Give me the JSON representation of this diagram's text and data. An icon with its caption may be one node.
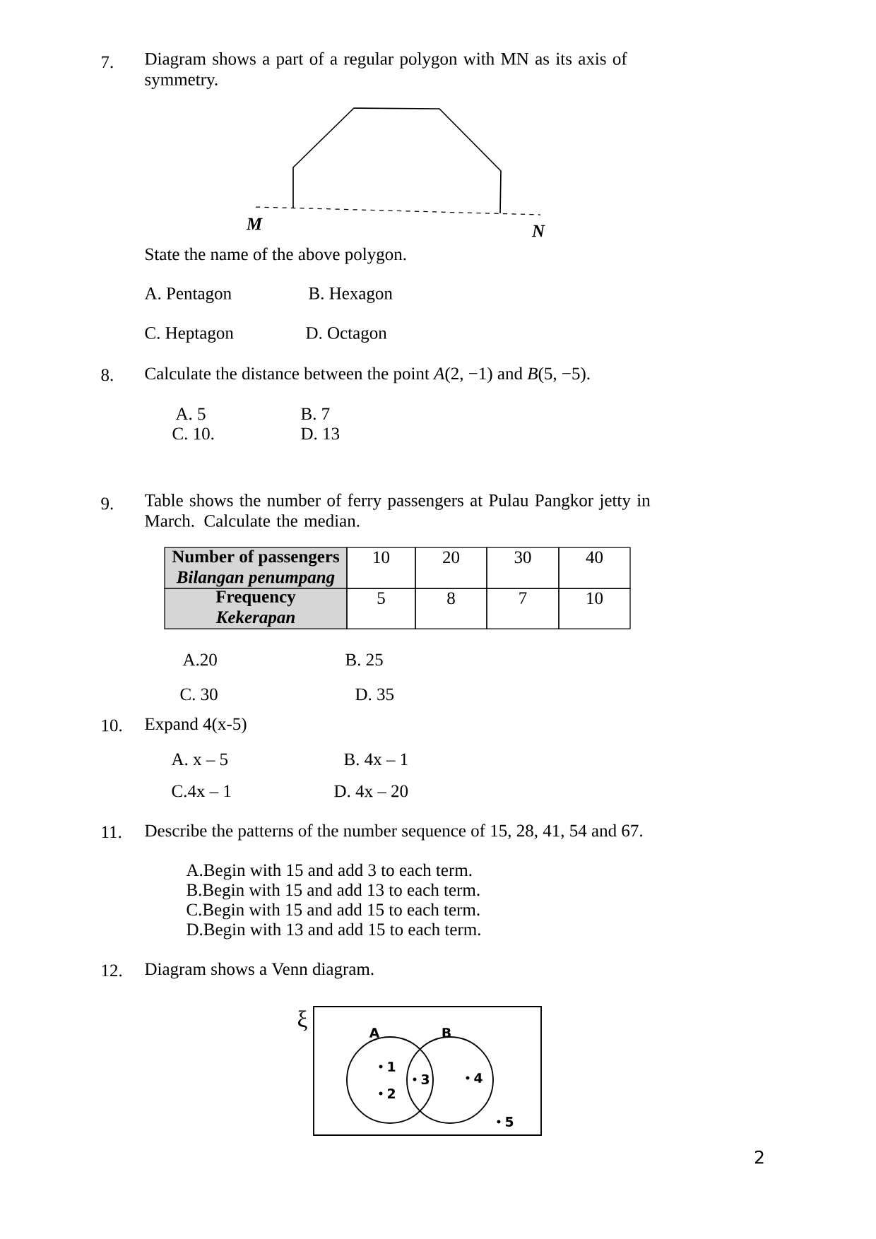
{
  "diagram": {
    "labels": [
      "7.",
      "Diagram shows a part of a regular polygon with MN as its axis of symmetry.",
      "M",
      "N",
      "State the name of the above polygon.",
      "A. Pentagon",
      "B. Hexagon",
      "C. Heptagon",
      "D. Octagon",
      "8.",
      "Calculate the distance between the point *A*(2, −1) and *B*(5, −5).",
      "A. 5",
      "B. 7",
      "C. 10.",
      "D. 13",
      "9.",
      "Table shows the number of ferry passengers at Pulau Pangkor jetty in March. Calculate the median.",
      "Number of passengers",
      "Bilangan penumpang",
      "10",
      "20",
      "30",
      "40",
      "Frequency",
      "Kekerapan",
      "5",
      "8",
      "7",
      "10",
      "A.20",
      "B. 25",
      "C. 30",
      "D. 35",
      "10.",
      "Expand 4(x-5)",
      "A. x – 5",
      "B. 4x – 1",
      "C.4x – 1",
      "D. 4x – 20",
      "11.",
      "Describe the patterns of the number sequence of 15, 28, 41, 54 and 67.",
      "A.Begin with 15 and add 3 to each term.",
      "B.Begin with 15 and add 13 to each term.",
      "C.Begin with 15 and add 15 to each term.",
      "D.Begin with 13 and add 15 to each term.",
      "12.",
      "Diagram shows a Venn diagram.",
      "ξ",
      "A",
      "B",
      "1",
      "2",
      "3",
      "4",
      "5",
      "2"
    ]
  }
}
